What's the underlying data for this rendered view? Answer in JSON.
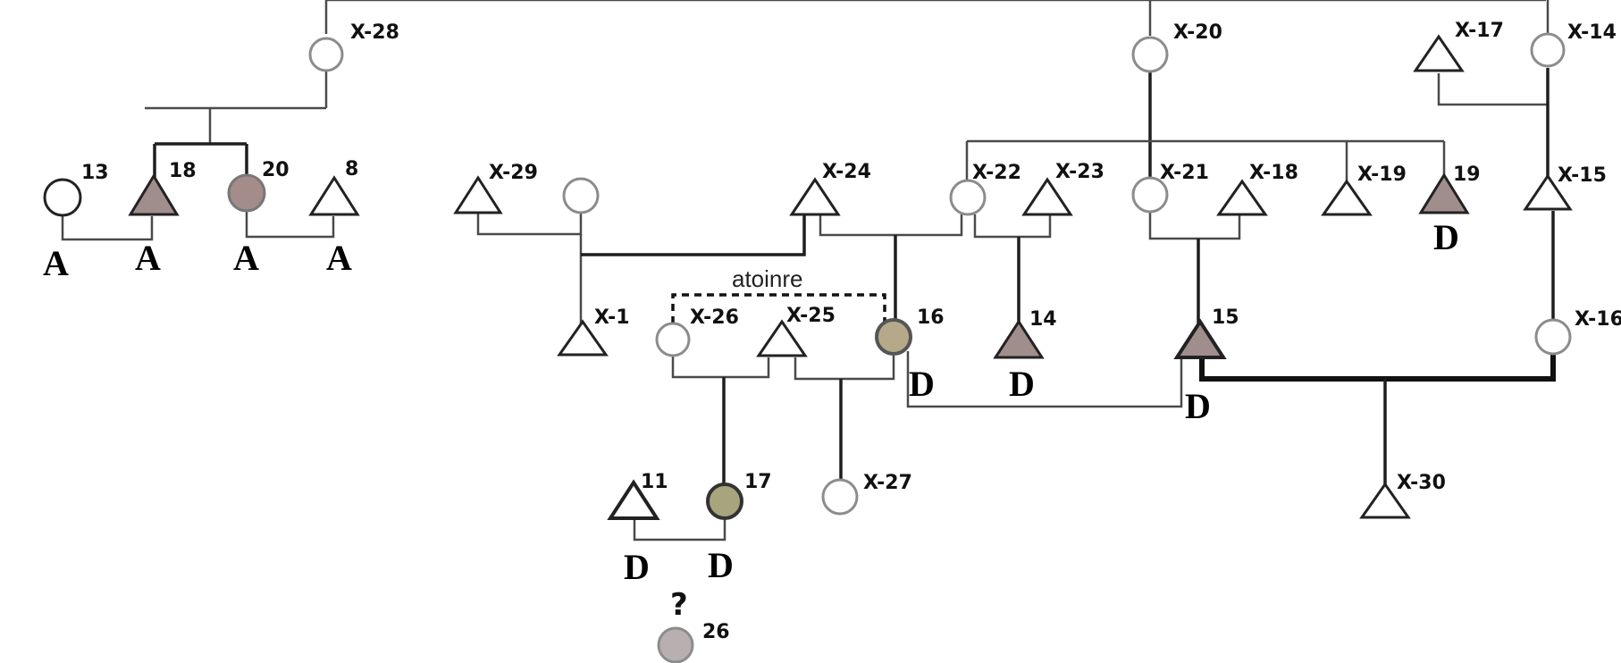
{
  "colors": {
    "affected_male": "#a08e8c",
    "affected_female_rose": "#a48c8a",
    "affected_female_olive": "#b6a98a",
    "affected_female_khaki": "#a8a47e",
    "unknown_female": "#b8b0b0",
    "unaffected": "#ffffff",
    "line": "#4a4a4a"
  },
  "individuals": {
    "i13": {
      "id": "13",
      "genotype": "A"
    },
    "i18": {
      "id": "18",
      "genotype": "A"
    },
    "i20": {
      "id": "20",
      "genotype": "A"
    },
    "i8": {
      "id": "8",
      "genotype": "A"
    },
    "x28": {
      "id": "X-28"
    },
    "x20": {
      "id": "X-20"
    },
    "x17": {
      "id": "X-17"
    },
    "x14": {
      "id": "X-14"
    },
    "x29": {
      "id": "X-29"
    },
    "x29w": {
      "id": ""
    },
    "x24": {
      "id": "X-24"
    },
    "x22": {
      "id": "X-22"
    },
    "x23": {
      "id": "X-23"
    },
    "x21": {
      "id": "X-21"
    },
    "x18": {
      "id": "X-18"
    },
    "x19": {
      "id": "X-19"
    },
    "i19": {
      "id": "19",
      "genotype": "D"
    },
    "x15": {
      "id": "X-15"
    },
    "x1": {
      "id": "X-1"
    },
    "x26": {
      "id": "X-26"
    },
    "x25": {
      "id": "X-25"
    },
    "i16": {
      "id": "16",
      "genotype": "D"
    },
    "i14": {
      "id": "14",
      "genotype": "D"
    },
    "i15": {
      "id": "15",
      "genotype": "D"
    },
    "x16": {
      "id": "X-16"
    },
    "i11": {
      "id": "11",
      "genotype": "D"
    },
    "i17": {
      "id": "17",
      "genotype": "D"
    },
    "x27": {
      "id": "X-27"
    },
    "x30": {
      "id": "X-30"
    },
    "i26": {
      "id": "26",
      "genotype": "?"
    }
  },
  "annotation": {
    "dashed_bracket_label": "atoinre"
  }
}
